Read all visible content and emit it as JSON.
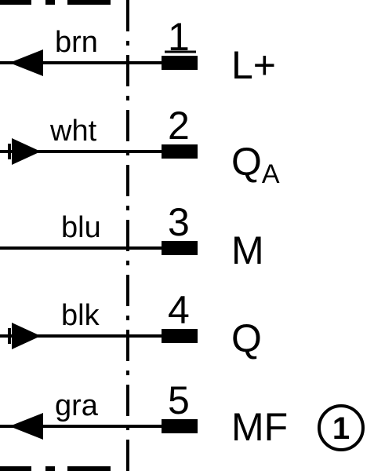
{
  "pins": [
    {
      "number": "1",
      "wire": "brn",
      "signal": "L+",
      "signal_sub": "",
      "direction": "in",
      "note": ""
    },
    {
      "number": "2",
      "wire": "wht",
      "signal": "Q",
      "signal_sub": "A",
      "direction": "out",
      "note": ""
    },
    {
      "number": "3",
      "wire": "blu",
      "signal": "M",
      "signal_sub": "",
      "direction": "none",
      "note": ""
    },
    {
      "number": "4",
      "wire": "blk",
      "signal": "Q",
      "signal_sub": "",
      "direction": "out",
      "note": ""
    },
    {
      "number": "5",
      "wire": "gra",
      "signal": "MF",
      "signal_sub": "",
      "direction": "in",
      "note": "1"
    }
  ]
}
